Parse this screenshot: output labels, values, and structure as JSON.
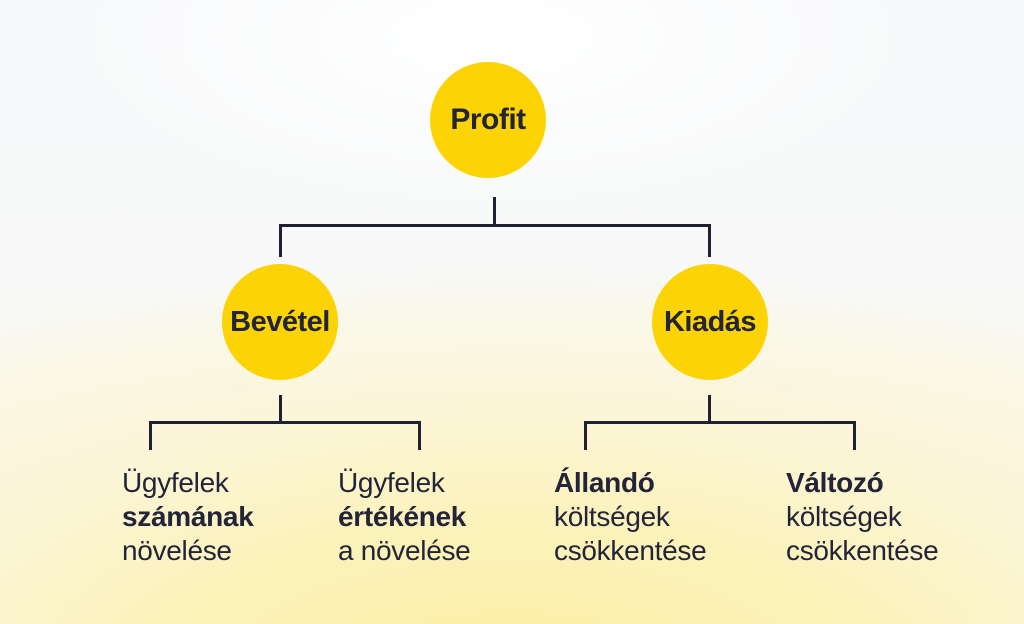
{
  "diagram": {
    "root": {
      "label": "Profit"
    },
    "branches": [
      {
        "label": "Bevétel"
      },
      {
        "label": "Kiadás"
      }
    ],
    "leaves": [
      {
        "line1": "Ügyfelek",
        "line2": "számának",
        "line3": "növelése"
      },
      {
        "line1": "Ügyfelek",
        "line2": "értékének",
        "line3": "a növelése"
      },
      {
        "line1": "Állandó",
        "line2": "költségek",
        "line3": "csökkentése"
      },
      {
        "line1": "Változó",
        "line2": "költségek",
        "line3": "csökkentése"
      }
    ]
  },
  "colors": {
    "node_fill": "#FCD405",
    "text": "#232339",
    "connector": "#1F2130",
    "background_top": "#F8F9FB",
    "background_bottom": "#FCEFA0"
  }
}
